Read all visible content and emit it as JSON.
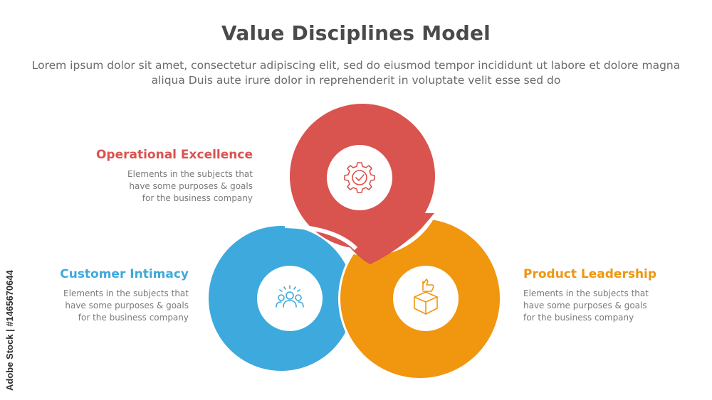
{
  "title": "Value Disciplines Model",
  "subtitle": "Lorem ipsum dolor sit amet, consectetur adipiscing elit, sed do eiusmod tempor incididunt ut labore et dolore magna aliqua Duis aute irure dolor in reprehenderit in voluptate velit esse sed do",
  "items": [
    {
      "title": "Operational Excellence",
      "desc_lines": [
        "Elements in the subjects that",
        "have  some purposes & goals",
        "for the  business company"
      ],
      "color": "#d9534f",
      "icon": "gear-check-icon"
    },
    {
      "title": "Customer Intimacy",
      "desc_lines": [
        "Elements in the subjects that",
        "have  some purposes & goals",
        "for the  business company"
      ],
      "color": "#3ea9dc",
      "icon": "people-group-icon"
    },
    {
      "title": "Product Leadership",
      "desc_lines": [
        "Elements in the subjects that",
        "have  some purposes & goals",
        "for the  business company"
      ],
      "color": "#f0960f",
      "icon": "box-thumbs-up-icon"
    }
  ],
  "watermark": "Adobe Stock | #1465670644"
}
